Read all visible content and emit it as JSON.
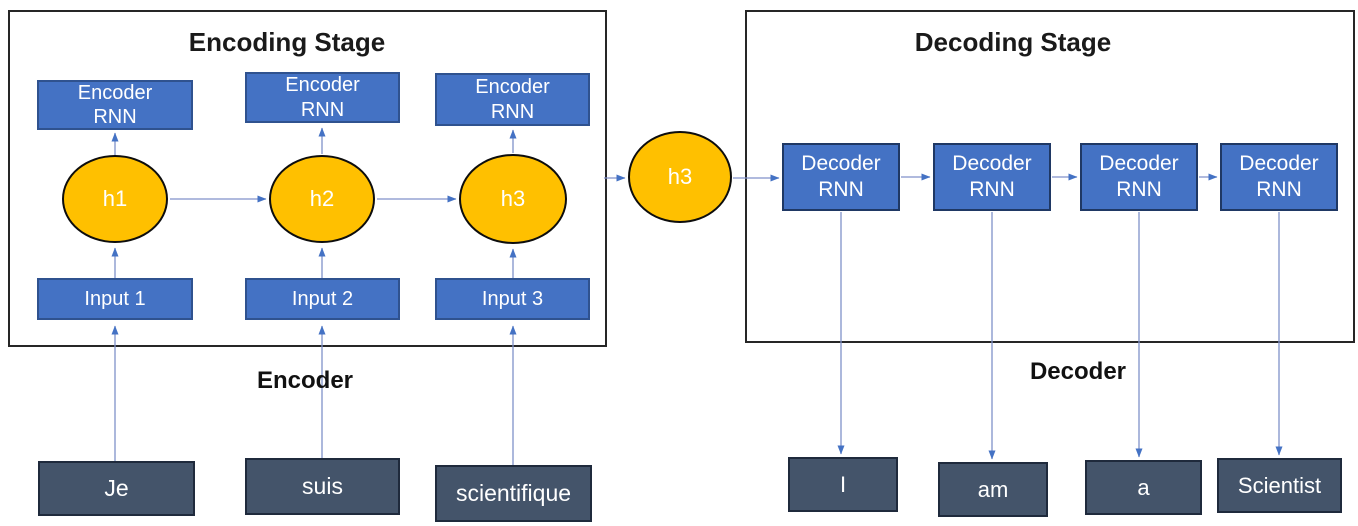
{
  "diagram": {
    "encoding": {
      "title": "Encoding Stage",
      "section_label": "Encoder",
      "rnn_boxes": [
        {
          "line1": "Encoder",
          "line2": "RNN"
        },
        {
          "line1": "Encoder",
          "line2": "RNN"
        },
        {
          "line1": "Encoder",
          "line2": "RNN"
        }
      ],
      "hidden_states": [
        "h1",
        "h2",
        "h3"
      ],
      "inputs": [
        "Input 1",
        "Input 2",
        "Input 3"
      ],
      "words": [
        "Je",
        "suis",
        "scientifique"
      ]
    },
    "context": {
      "label": "h3"
    },
    "decoding": {
      "title": "Decoding Stage",
      "section_label": "Decoder",
      "rnn_boxes": [
        {
          "line1": "Decoder",
          "line2": "RNN"
        },
        {
          "line1": "Decoder",
          "line2": "RNN"
        },
        {
          "line1": "Decoder",
          "line2": "RNN"
        },
        {
          "line1": "Decoder",
          "line2": "RNN"
        }
      ],
      "words": [
        "I",
        "am",
        "a",
        "Scientist"
      ]
    }
  },
  "colors": {
    "node_blue": "#4472C4",
    "node_blue_border": "#2F528F",
    "decoder_border": "#1F3864",
    "state_orange": "#FFC000",
    "state_border": "#0D0D0D",
    "word_fill": "#44546A",
    "word_border": "#1F2A3C",
    "stage_border": "#262626",
    "connector": "#8091C9",
    "arrowhead": "#4472C4",
    "text_light": "#FFFFFF",
    "text_dark": "#1A1A1A"
  }
}
